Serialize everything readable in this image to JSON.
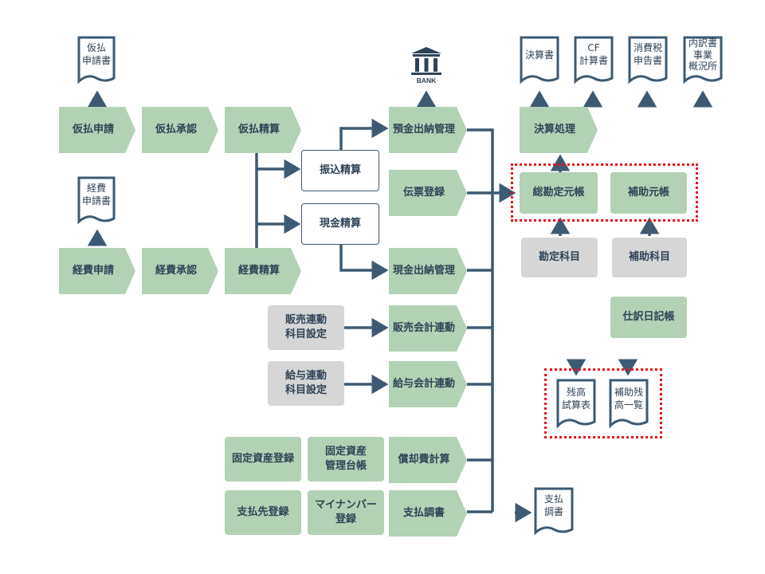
{
  "process_nodes": {
    "karibarai_shinsei": "仮払申請",
    "karibarai_shounin": "仮払承認",
    "karibarai_seisan": "仮払精算",
    "keihi_shinsei": "経費申請",
    "keihi_shounin": "経費承認",
    "keihi_seisan": "経費精算",
    "furikomi_seisan": "振込精算",
    "genkin_seisan": "現金精算",
    "yokin_suitou": "預金出納管理",
    "denpyo_touroku": "伝票登録",
    "genkin_suitou": "現金出納管理",
    "hanbai_kaikei": "販売会計連動",
    "kyuyo_kaikei": "給与会計連動",
    "shoukyakuhi": "償却費計算",
    "shiharai_chousho": "支払調書",
    "kessan_shori": "決算処理",
    "soukanjou_motochou": "総勘定元帳",
    "hojo_motochou": "補助元帳",
    "shiwake_nikki": "仕訳日記帳"
  },
  "master_nodes": {
    "hanbai_renkei_line1": "販売連動",
    "hanbai_renkei_line2": "科目設定",
    "kyuyo_renkei_line1": "給与連動",
    "kyuyo_renkei_line2": "科目設定",
    "kotei_shisan_touroku": "固定資産登録",
    "kotei_daicho_line1": "固定資産",
    "kotei_daicho_line2": "管理台帳",
    "shiharaisaki": "支払先登録",
    "mynumber_line1": "マイナンバー",
    "mynumber_line2": "登録",
    "kanjou_kamoku": "勘定科目",
    "hojo_kamoku": "補助科目"
  },
  "documents": {
    "karibarai_line1": "仮払",
    "karibarai_line2": "申請書",
    "keihi_line1": "経費",
    "keihi_line2": "申請書",
    "kessansho": "決算書",
    "cf_line1": "CF",
    "cf_line2": "計算書",
    "shouhizei_line1": "消費税",
    "shouhizei_line2": "申告書",
    "naiyaku_line1": "内訳書",
    "naiyaku_line2": "事業",
    "naiyaku_line3": "概況所",
    "zandaka_line1": "残高",
    "zandaka_line2": "試算表",
    "hojozan_line1": "補助残",
    "hojozan_line2": "高一覧",
    "shiharai_line1": "支払",
    "shiharai_line2": "調書"
  },
  "bank_label": "BANK",
  "colors": {
    "process_fill": "#b3d1b5",
    "master_fill": "#d6d6d6",
    "line": "#3d5a72",
    "highlight": "#e8111a"
  }
}
